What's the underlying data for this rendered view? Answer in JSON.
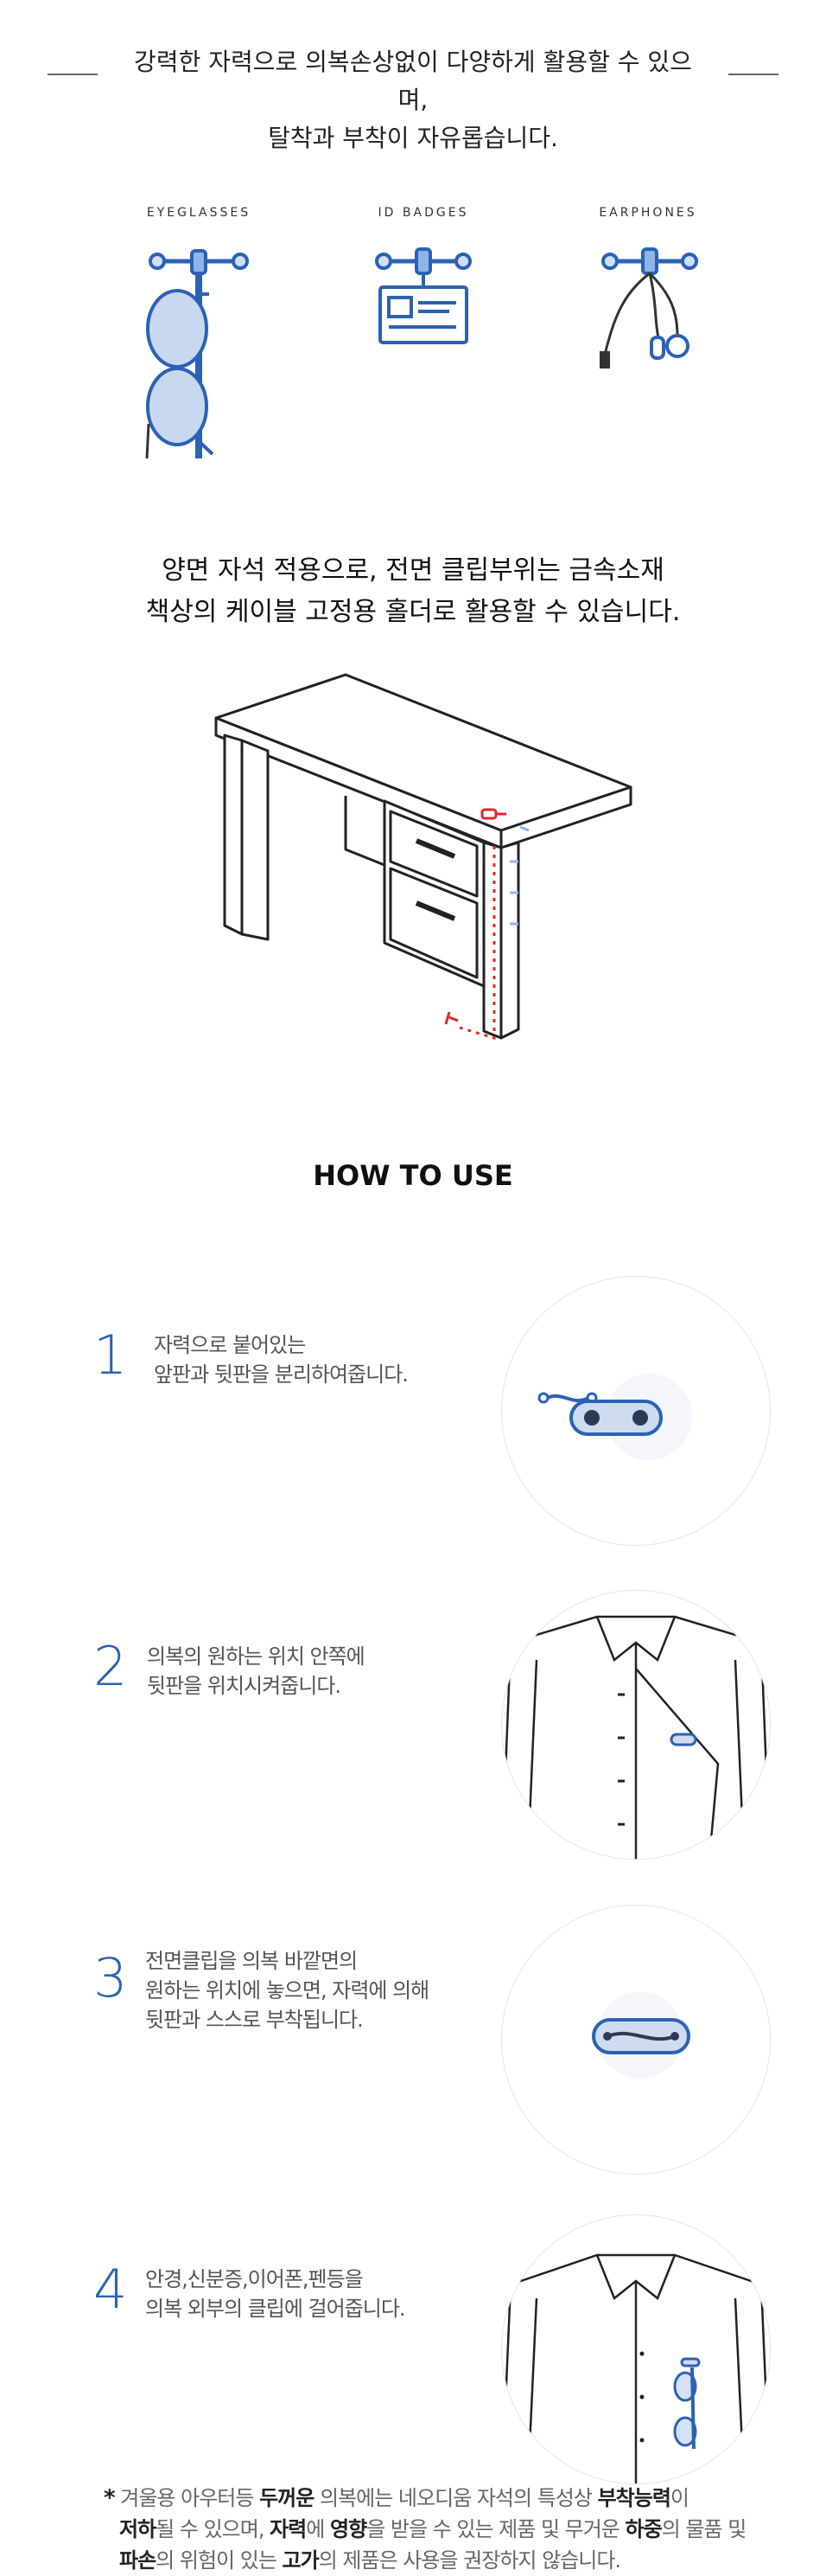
{
  "intro": {
    "line1": "강력한 자력으로 의복손상없이 다양하게 활용할 수 있으며,",
    "line2": "탈착과 부착이 자유롭습니다."
  },
  "uses": [
    {
      "label": "EYEGLASSES",
      "icon": "eyeglasses-icon"
    },
    {
      "label": "ID BADGES",
      "icon": "id-badge-icon"
    },
    {
      "label": "EARPHONES",
      "icon": "earphones-icon"
    }
  ],
  "desk_section": {
    "line1": "양면 자석 적용으로, 전면 클립부위는 금속소재",
    "line2": "책상의 케이블 고정용 홀더로 활용할 수 있습니다."
  },
  "howto_title": "HOW TO USE",
  "steps": [
    {
      "num": "1",
      "line1": "자력으로 붙어있는",
      "line2": "앞판과 뒷판을 분리하여줍니다.",
      "line3": ""
    },
    {
      "num": "2",
      "line1": "의복의 원하는 위치 안쪽에",
      "line2": "뒷판을 위치시켜줍니다.",
      "line3": ""
    },
    {
      "num": "3",
      "line1": "전면클립을 의복 바깥면의",
      "line2": "원하는 위치에 놓으면, 자력에 의해",
      "line3": "뒷판과 스스로 부착됩니다."
    },
    {
      "num": "4",
      "line1": "안경,신분증,이어폰,펜등을",
      "line2": "의복 외부의 클립에 걸어줍니다.",
      "line3": ""
    }
  ],
  "note": {
    "star": "*",
    "p1": "겨울용 아우터등 ",
    "b1": "두꺼운",
    "p2": " 의복에는 네오디움 자석의 특성상 ",
    "b2": "부착능력",
    "p3": "이",
    "b3": "저하",
    "p4": "될 수 있으며, ",
    "b4": "자력",
    "p5": "에 ",
    "b5": "영향",
    "p6": "을 받을 수 있는 제품 및 무거운 ",
    "b6": "하중",
    "p7": "의 물품 및",
    "b7": "파손",
    "p8": "의 위험이 있는 ",
    "b8": "고가",
    "p9": "의 제품은 사용을 권장하지 않습니다."
  },
  "colors": {
    "accent": "#2b62b5",
    "light_blue": "#8fb4e6",
    "red": "#e0262b"
  }
}
